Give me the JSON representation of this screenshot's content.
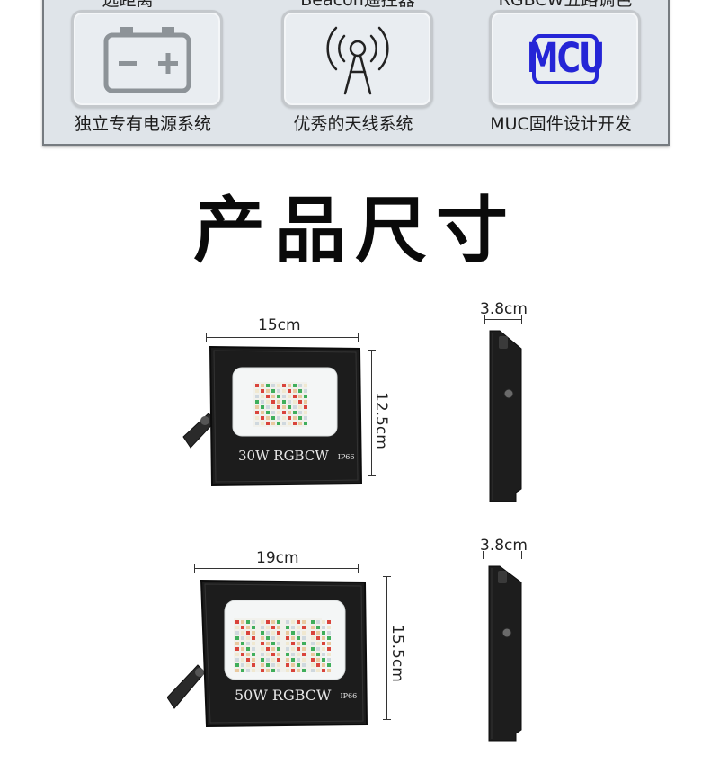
{
  "panel": {
    "cut_top_texts": [
      "远距离",
      "Beacon遥控器",
      "RGBCW五路调色"
    ],
    "features": [
      {
        "icon": "battery-icon",
        "label": "独立专有电源系统"
      },
      {
        "icon": "antenna-icon",
        "label": "优秀的天线系统"
      },
      {
        "icon": "mcu-icon",
        "badge": "MCU",
        "label": "MUC固件设计开发"
      }
    ],
    "accent_color": "#2525d6"
  },
  "title": "产品尺寸",
  "products": [
    {
      "model": "30W  RGBCW",
      "ip": "IP66",
      "width": "15cm",
      "height": "12.5cm",
      "depth": "3.8cm"
    },
    {
      "model": "50W  RGBCW",
      "ip": "IP66",
      "width": "19cm",
      "height": "15.5cm",
      "depth": "3.8cm"
    }
  ]
}
